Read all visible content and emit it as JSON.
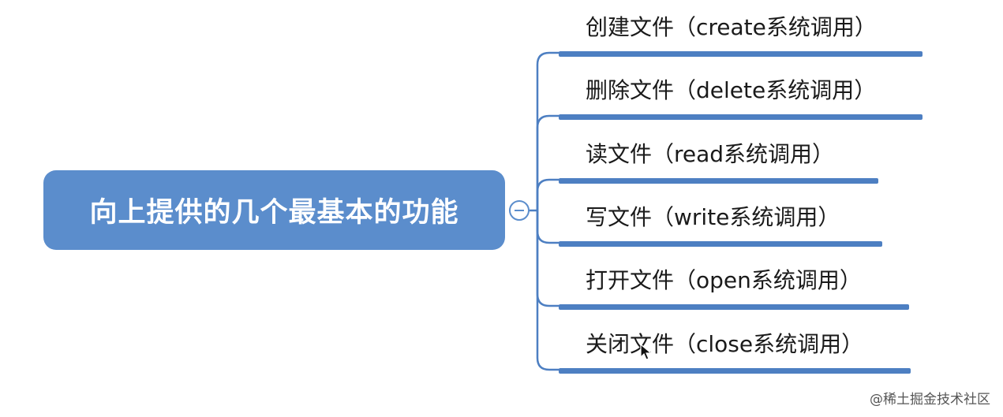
{
  "root": {
    "label": "向上提供的几个最基本的功能"
  },
  "toggle": {
    "state": "expanded",
    "icon": "minus-circle-icon"
  },
  "branches": [
    {
      "label": "创建文件（create系统调用）"
    },
    {
      "label": "删除文件（delete系统调用）"
    },
    {
      "label": "读文件（read系统调用）"
    },
    {
      "label": "写文件（write系统调用）"
    },
    {
      "label": "打开文件（open系统调用）"
    },
    {
      "label": "关闭文件（close系统调用）"
    }
  ],
  "watermark": "@稀土掘金技术社区",
  "colors": {
    "root_fill": "#5b8dcc",
    "connector": "#4d7fc2",
    "text": "#1a1a1a"
  }
}
